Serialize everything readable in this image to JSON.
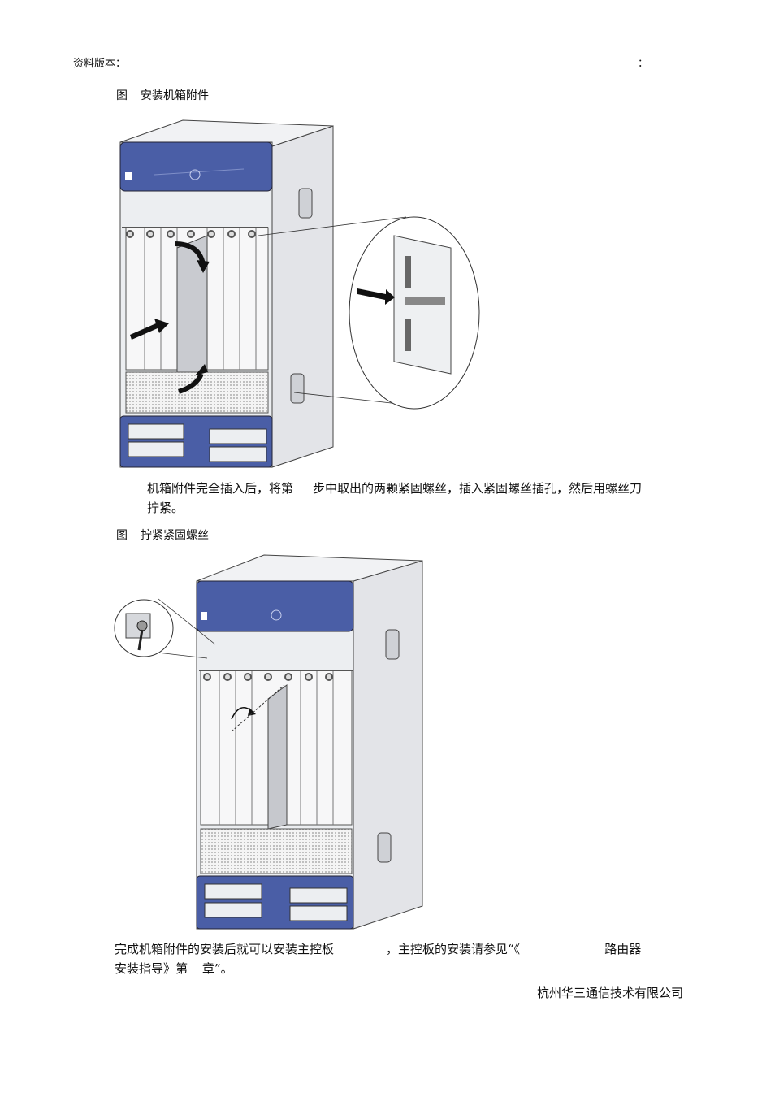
{
  "header": {
    "left": "资料版本：",
    "right": "："
  },
  "figure1": {
    "label": "图",
    "title": "安装机箱附件"
  },
  "para1": {
    "part1": "机箱附件完全插入后，将第",
    "part2": "步中取出的两颗紧固螺丝，插入紧固螺丝插孔，然后用螺丝刀",
    "part3": "拧紧。"
  },
  "figure2": {
    "label": "图",
    "title": "拧紧紧固螺丝"
  },
  "para2": {
    "part1": "完成机箱附件的安装后就可以安装主控板",
    "part2": "，主控板的安装请参见“《",
    "part3": "路由器",
    "part4": "安装指导》第",
    "part5": "章”。"
  },
  "footer": {
    "company": "杭州华三通信技术有限公司"
  },
  "colors": {
    "panel_blue": "#4a5ea6",
    "chassis_gray": "#e6e7ea",
    "outline": "#333333"
  },
  "icons": [
    "arrow-icon",
    "rotate-arrow-icon",
    "magnifier-circle-icon"
  ]
}
